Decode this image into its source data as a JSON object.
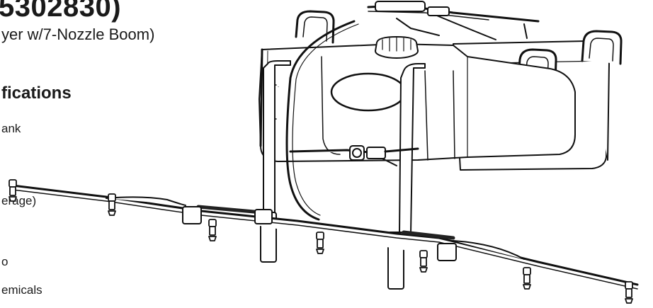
{
  "document": {
    "heading": "5302830)",
    "subheading": "yer w/7-Nozzle Boom)",
    "section_title": "fications",
    "spec_lines": [
      "ank",
      "erage)",
      "o",
      "emicals"
    ]
  }
}
